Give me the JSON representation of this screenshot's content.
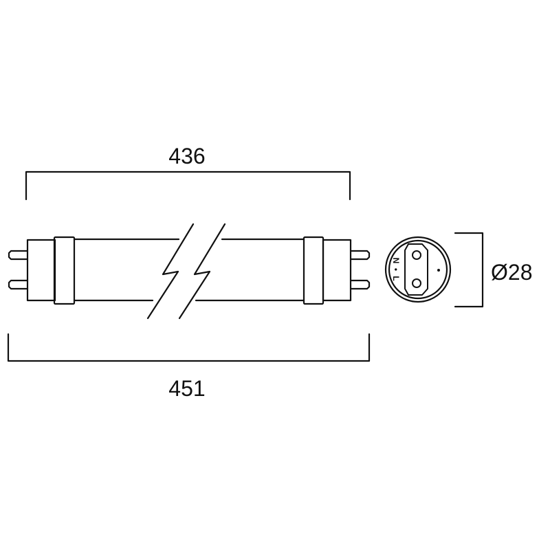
{
  "diagram": {
    "type": "technical-drawing",
    "subject": "LED T8 tube dimensions",
    "colors": {
      "line": "#111111",
      "background": "#ffffff"
    },
    "dimensions": {
      "inner_length": {
        "label": "436",
        "unit": "mm"
      },
      "overall_length": {
        "label": "451",
        "unit": "mm"
      },
      "diameter": {
        "label": "Ø28",
        "unit": "mm"
      }
    },
    "end_view": {
      "pin_labels": {
        "neutral": "N",
        "dot": "•",
        "live": "L"
      }
    }
  }
}
